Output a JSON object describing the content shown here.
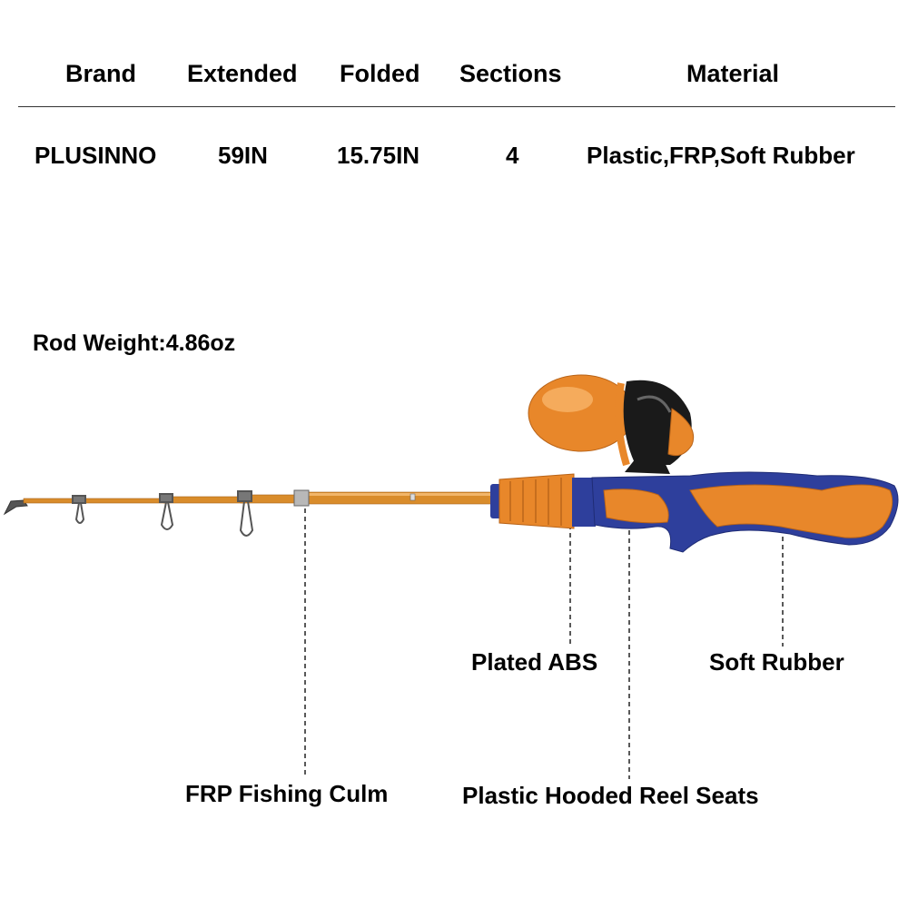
{
  "specs_table": {
    "headers": [
      "Brand",
      "Extended",
      "Folded",
      "Sections",
      "Material"
    ],
    "values": [
      "PLUSINNO",
      "59IN",
      "15.75IN",
      "4",
      "Plastic,FRP,Soft Rubber"
    ]
  },
  "rod_weight": "Rod Weight:4.86oz",
  "callouts": {
    "plated_abs": "Plated ABS",
    "soft_rubber": "Soft Rubber",
    "frp_culm": "FRP Fishing Culm",
    "reel_seats": "Plastic Hooded Reel Seats"
  },
  "colors": {
    "orange": "#E8872A",
    "blue": "#2E3F9C",
    "black": "#1a1a1a",
    "rod": "#D98C2B"
  }
}
